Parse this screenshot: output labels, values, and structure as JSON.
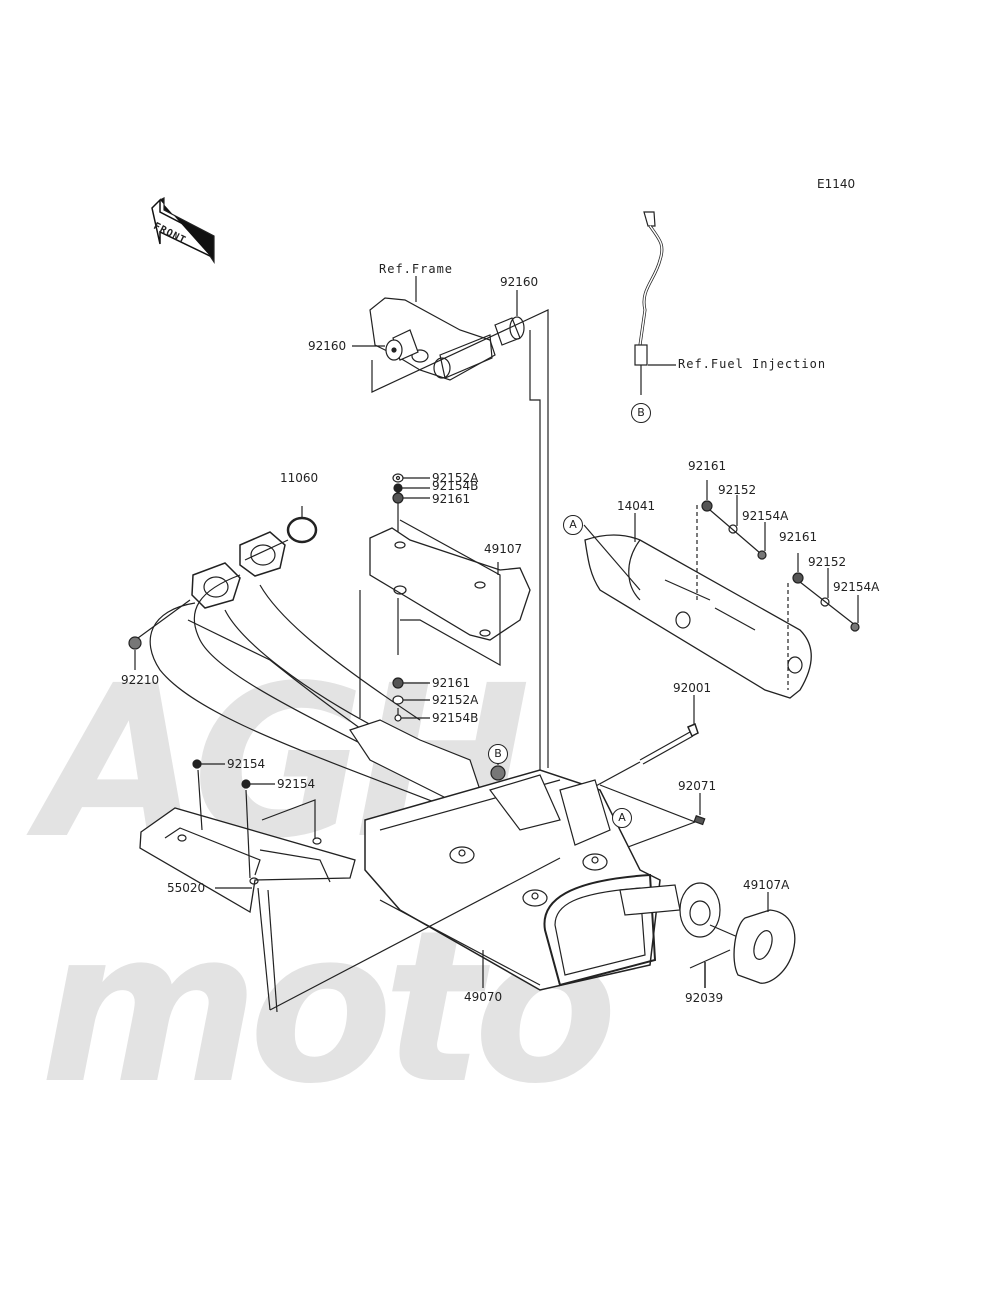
{
  "diagram": {
    "code": "E1140",
    "front_arrow_label": "FRONT",
    "watermark": "AGH moto",
    "references": {
      "frame": "Ref.Frame",
      "fuel_injection": "Ref.Fuel Injection"
    },
    "callouts": {
      "a": "A",
      "b": "B"
    },
    "parts": {
      "p92160_top": "92160",
      "p92160_left": "92160",
      "p92154b_top": "92154B",
      "p92152a_top": "92152A",
      "p92161_top": "92161",
      "p11060": "11060",
      "p49107": "49107",
      "p92210": "92210",
      "p92161_mid": "92161",
      "p92152a_mid": "92152A",
      "p92154b_mid": "92154B",
      "p14041": "14041",
      "p92161_r1": "92161",
      "p92152_r1": "92152",
      "p92154a_r1": "92154A",
      "p92161_r2": "92161",
      "p92152_r2": "92152",
      "p92154a_r2": "92154A",
      "p92001": "92001",
      "p92071": "92071",
      "p92154_1": "92154",
      "p92154_2": "92154",
      "p55020": "55020",
      "p49070": "49070",
      "p49107a": "49107A",
      "p92039": "92039"
    }
  },
  "colors": {
    "ink": "#222222",
    "watermark": "#e3e3e3",
    "background": "#ffffff"
  }
}
